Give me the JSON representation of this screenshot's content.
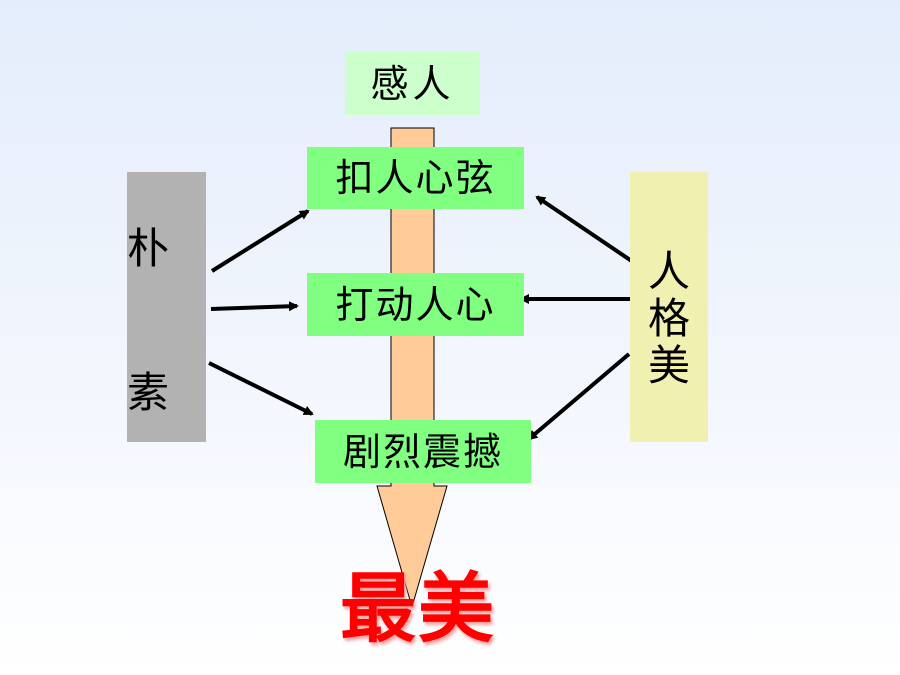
{
  "diagram": {
    "top_label": "感人",
    "stages": [
      "扣人心弦",
      "打动人心",
      "剧烈震撼"
    ],
    "left": {
      "chars": [
        "朴",
        "素"
      ]
    },
    "right": {
      "chars": [
        "人",
        "格",
        "美"
      ]
    },
    "result": "最美",
    "colors": {
      "top_label_bg": "#ccffcc",
      "stage_bg": "#80ff80",
      "left_bar_bg": "#b2b2b2",
      "right_bar_bg": "#f0f0b0",
      "center_arrow_fill": "#ffcc99",
      "result_text": "#ff0000"
    }
  }
}
